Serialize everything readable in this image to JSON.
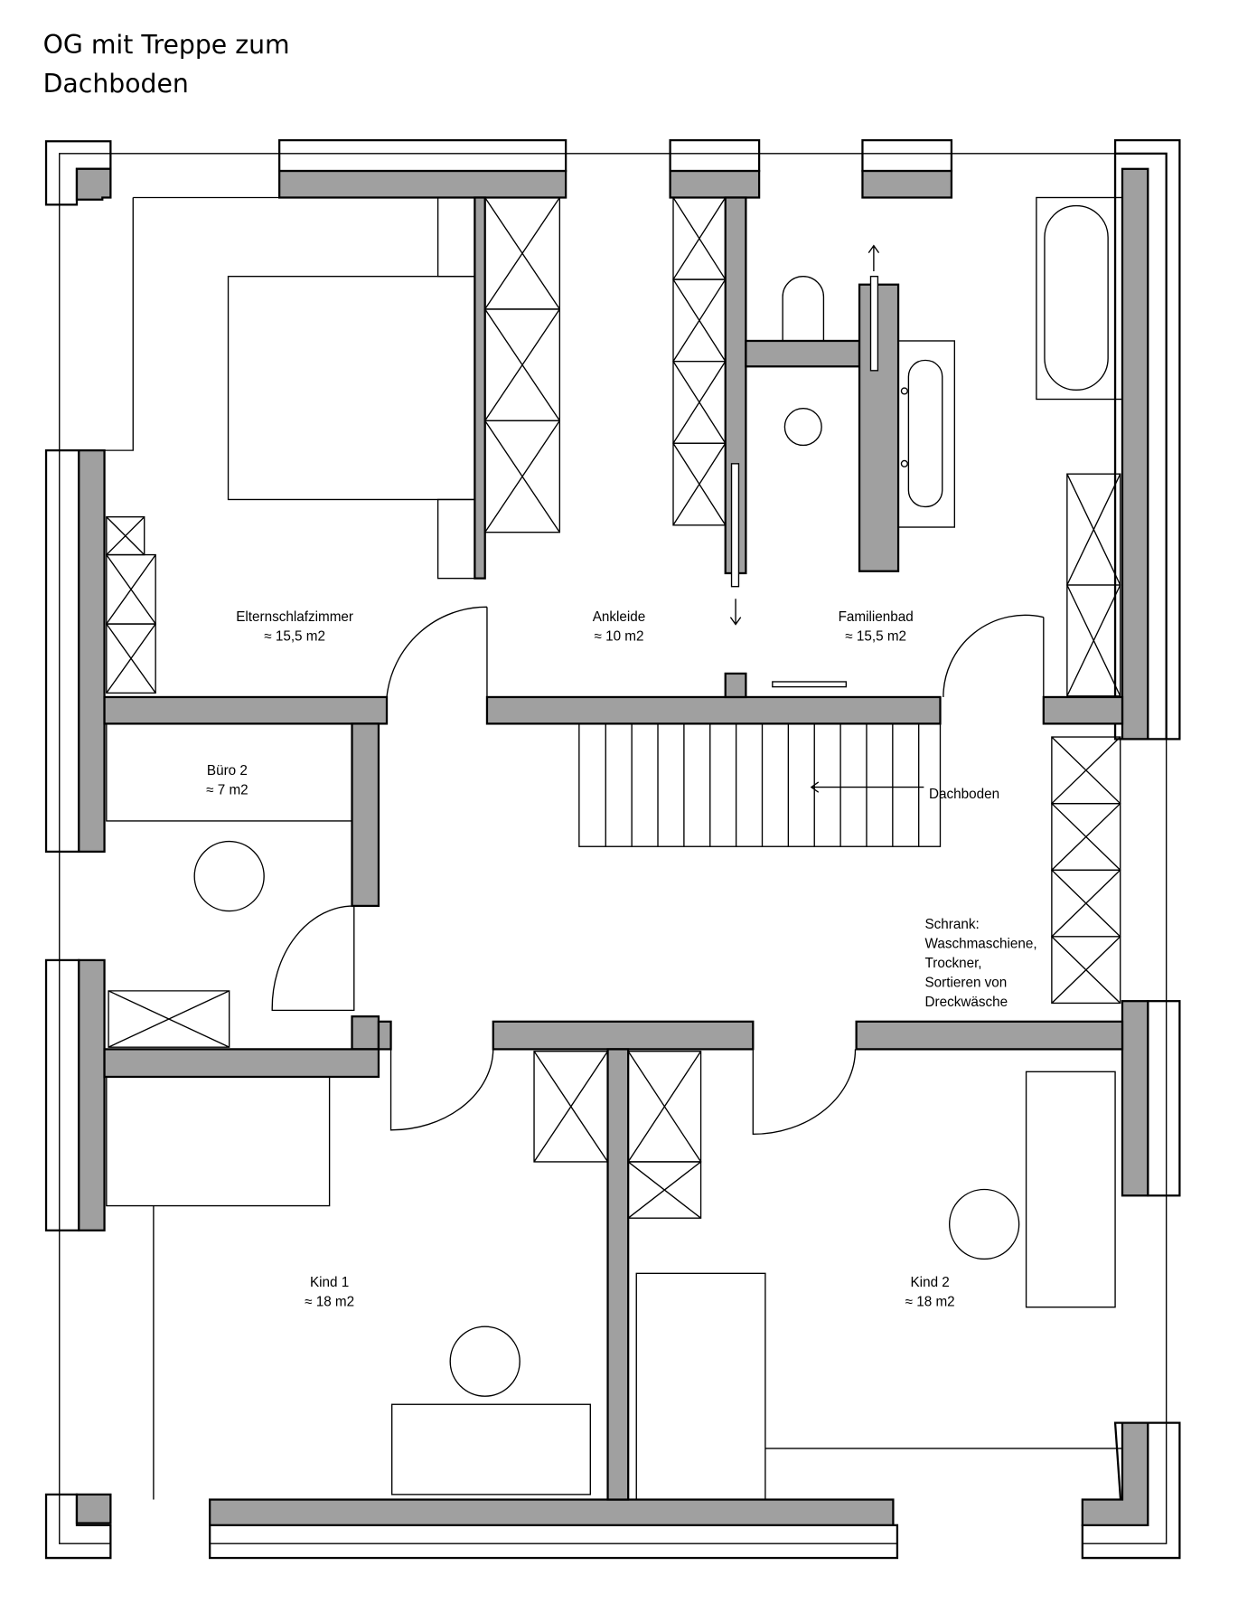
{
  "title": {
    "line1": "OG mit Treppe zum",
    "line2": "Dachboden"
  },
  "rooms": [
    {
      "name": "Elternschlafzimmer",
      "area": "≈ 15,5 m2"
    },
    {
      "name": "Ankleide",
      "area": "≈ 10 m2"
    },
    {
      "name": "Familienbad",
      "area": "≈ 15,5 m2"
    },
    {
      "name": "Büro 2",
      "area": "≈ 7 m2"
    },
    {
      "name": "Kind 1",
      "area": "≈ 18 m2"
    },
    {
      "name": "Kind 2",
      "area": "≈ 18 m2"
    }
  ],
  "stair_label": "Dachboden",
  "cabinet_note": [
    "Schrank:",
    "Waschmaschiene,",
    "Trockner,",
    "Sortieren von",
    "Dreckwäsche"
  ],
  "colors": {
    "wall": "#a0a0a0",
    "line": "#000000"
  }
}
